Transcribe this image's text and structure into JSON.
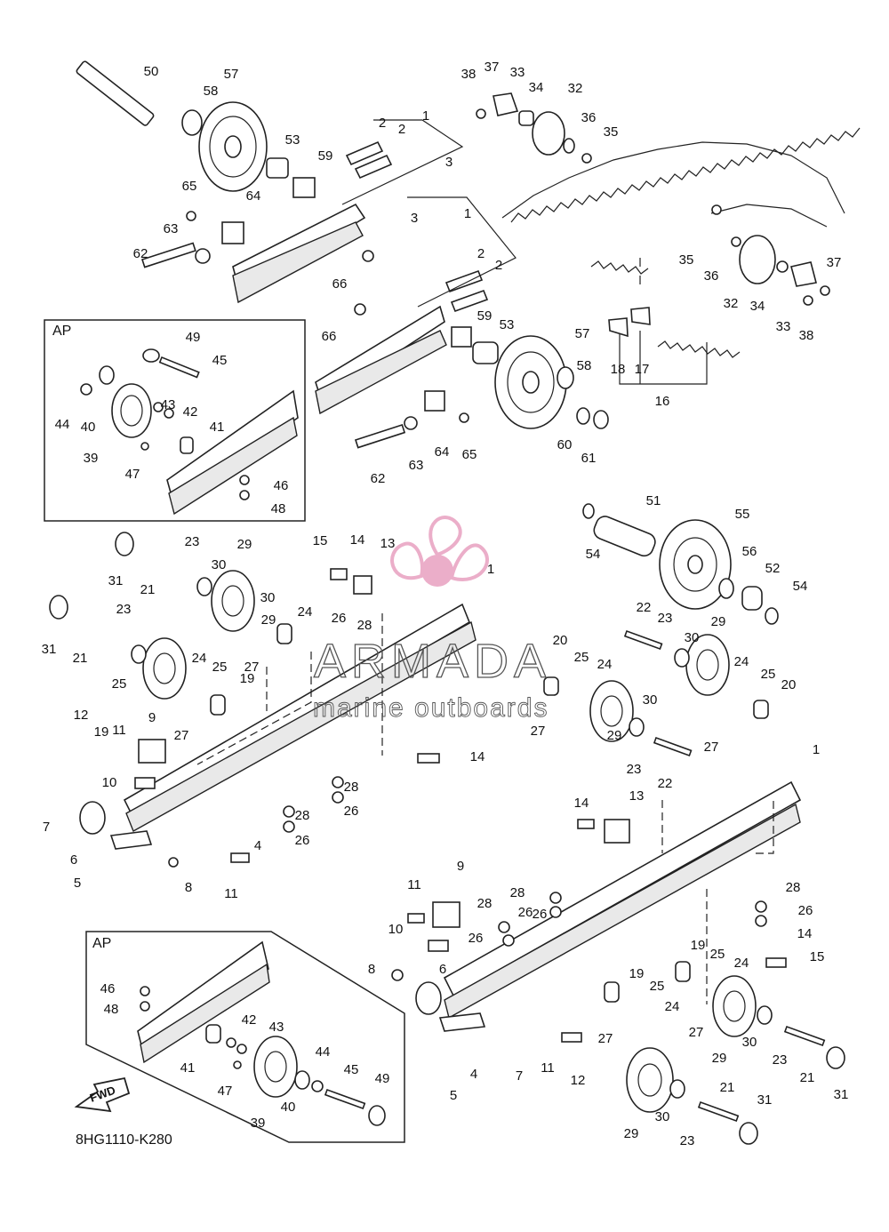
{
  "diagram_code": "8HG1110-K280",
  "fwd_label": "FWD",
  "inset_label": "AP",
  "watermark": {
    "brand": "ARMADA",
    "tagline": "marine outboards"
  },
  "colors": {
    "line": "#222222",
    "watermark_text": "#555555",
    "watermark_logo": "#e8a0c0"
  },
  "callouts": {
    "top_left_assembly": [
      "50",
      "57",
      "58",
      "53",
      "59",
      "65",
      "64",
      "63",
      "62",
      "66",
      "1",
      "2",
      "2",
      "3"
    ],
    "top_middle_assembly": [
      "3",
      "1",
      "2",
      "2",
      "59",
      "53",
      "57",
      "58",
      "60",
      "61",
      "66",
      "63",
      "64",
      "65",
      "62"
    ],
    "top_right_idler": [
      "38",
      "37",
      "33",
      "34",
      "32",
      "36",
      "35"
    ],
    "track": [
      "35",
      "36",
      "32",
      "34",
      "37",
      "33",
      "38",
      "18",
      "17",
      "16"
    ],
    "inset_top": [
      "49",
      "45",
      "44",
      "40",
      "43",
      "42",
      "41",
      "39",
      "47",
      "46",
      "48"
    ],
    "rear_axle": [
      "51",
      "54",
      "55",
      "56",
      "52",
      "54"
    ],
    "left_rail": [
      "31",
      "21",
      "23",
      "30",
      "29",
      "15",
      "14",
      "13",
      "1",
      "31",
      "21",
      "23",
      "24",
      "25",
      "19",
      "26",
      "28",
      "30",
      "29",
      "24",
      "25",
      "19",
      "27",
      "27",
      "12",
      "11",
      "9",
      "10",
      "7",
      "6",
      "5",
      "8",
      "11",
      "4",
      "28",
      "26",
      "28",
      "26",
      "14"
    ],
    "center_wheels": [
      "20",
      "25",
      "24",
      "29",
      "30",
      "27",
      "23",
      "22",
      "22",
      "23",
      "29",
      "30",
      "24",
      "25",
      "20",
      "27"
    ],
    "right_rail": [
      "1",
      "14",
      "13",
      "9",
      "11",
      "10",
      "28",
      "26",
      "28",
      "26",
      "26",
      "28",
      "26",
      "14",
      "15",
      "8",
      "6",
      "19",
      "25",
      "24",
      "19",
      "25",
      "24",
      "27",
      "27",
      "29",
      "30",
      "23",
      "21",
      "31",
      "5",
      "4",
      "7",
      "11",
      "12",
      "21",
      "31",
      "23",
      "30",
      "29"
    ],
    "inset_bottom": [
      "46",
      "48",
      "42",
      "43",
      "41",
      "47",
      "44",
      "45",
      "49",
      "39",
      "40"
    ]
  }
}
